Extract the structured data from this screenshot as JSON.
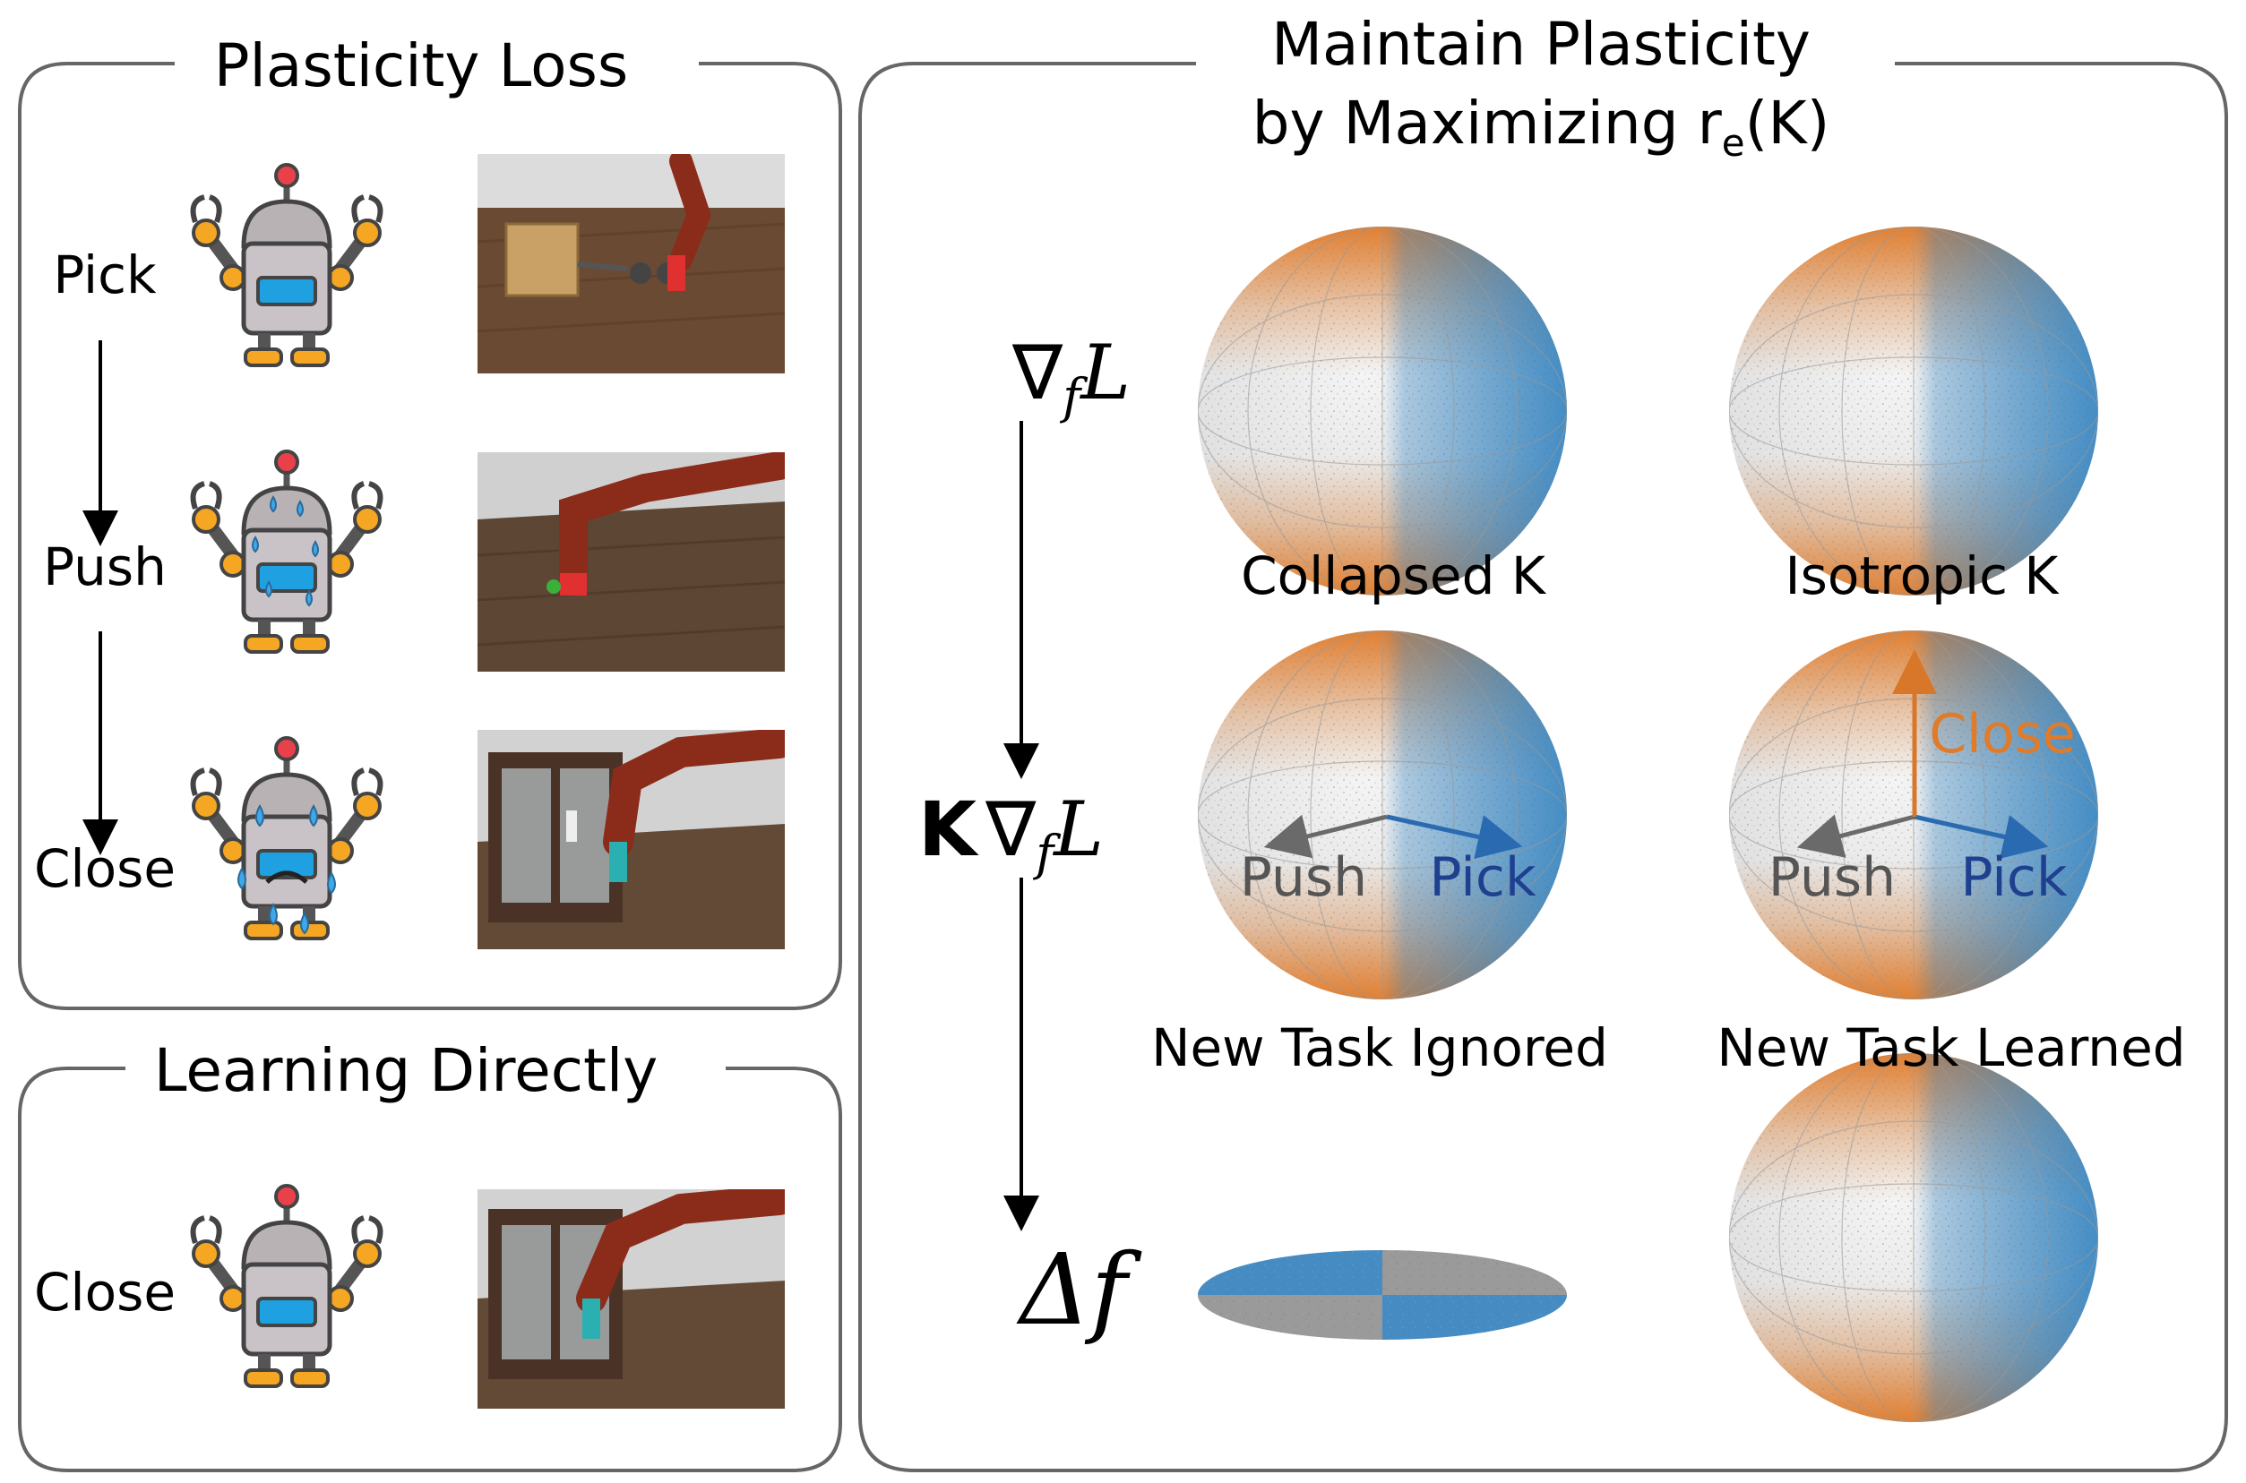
{
  "left_top_panel": {
    "title": "Plasticity Loss",
    "tasks": [
      "Pick",
      "Push",
      "Close"
    ]
  },
  "left_bottom_panel": {
    "title": "Learning Directly",
    "task": "Close"
  },
  "right_panel": {
    "title_line1": "Maintain Plasticity",
    "title_line2_prefix": "by Maximizing r",
    "title_line2_sub": "e",
    "title_line2_suffix": "(K)",
    "flow_labels": {
      "grad_symbol": "∇",
      "grad_sub": "f",
      "loss": "L",
      "kernel": "K",
      "delta_f": "Δf"
    },
    "sphere_captions": {
      "collapsed": "Collapsed K",
      "isotropic": "Isotropic K",
      "ignored": "New Task Ignored",
      "learned": "New Task Learned"
    },
    "arrow_labels": {
      "push": "Push",
      "pick": "Pick",
      "close": "Close"
    }
  },
  "colors": {
    "orange": "#e07b2a",
    "blue": "#2a7fc0",
    "gray": "#8a8a8a",
    "pick_label": "#1f3f8f",
    "push_label": "#555555",
    "panel_border": "#666666"
  },
  "icons": [
    "robot-happy-icon",
    "robot-sweating-icon",
    "robot-crying-icon",
    "robot-arm-scene-icon"
  ]
}
